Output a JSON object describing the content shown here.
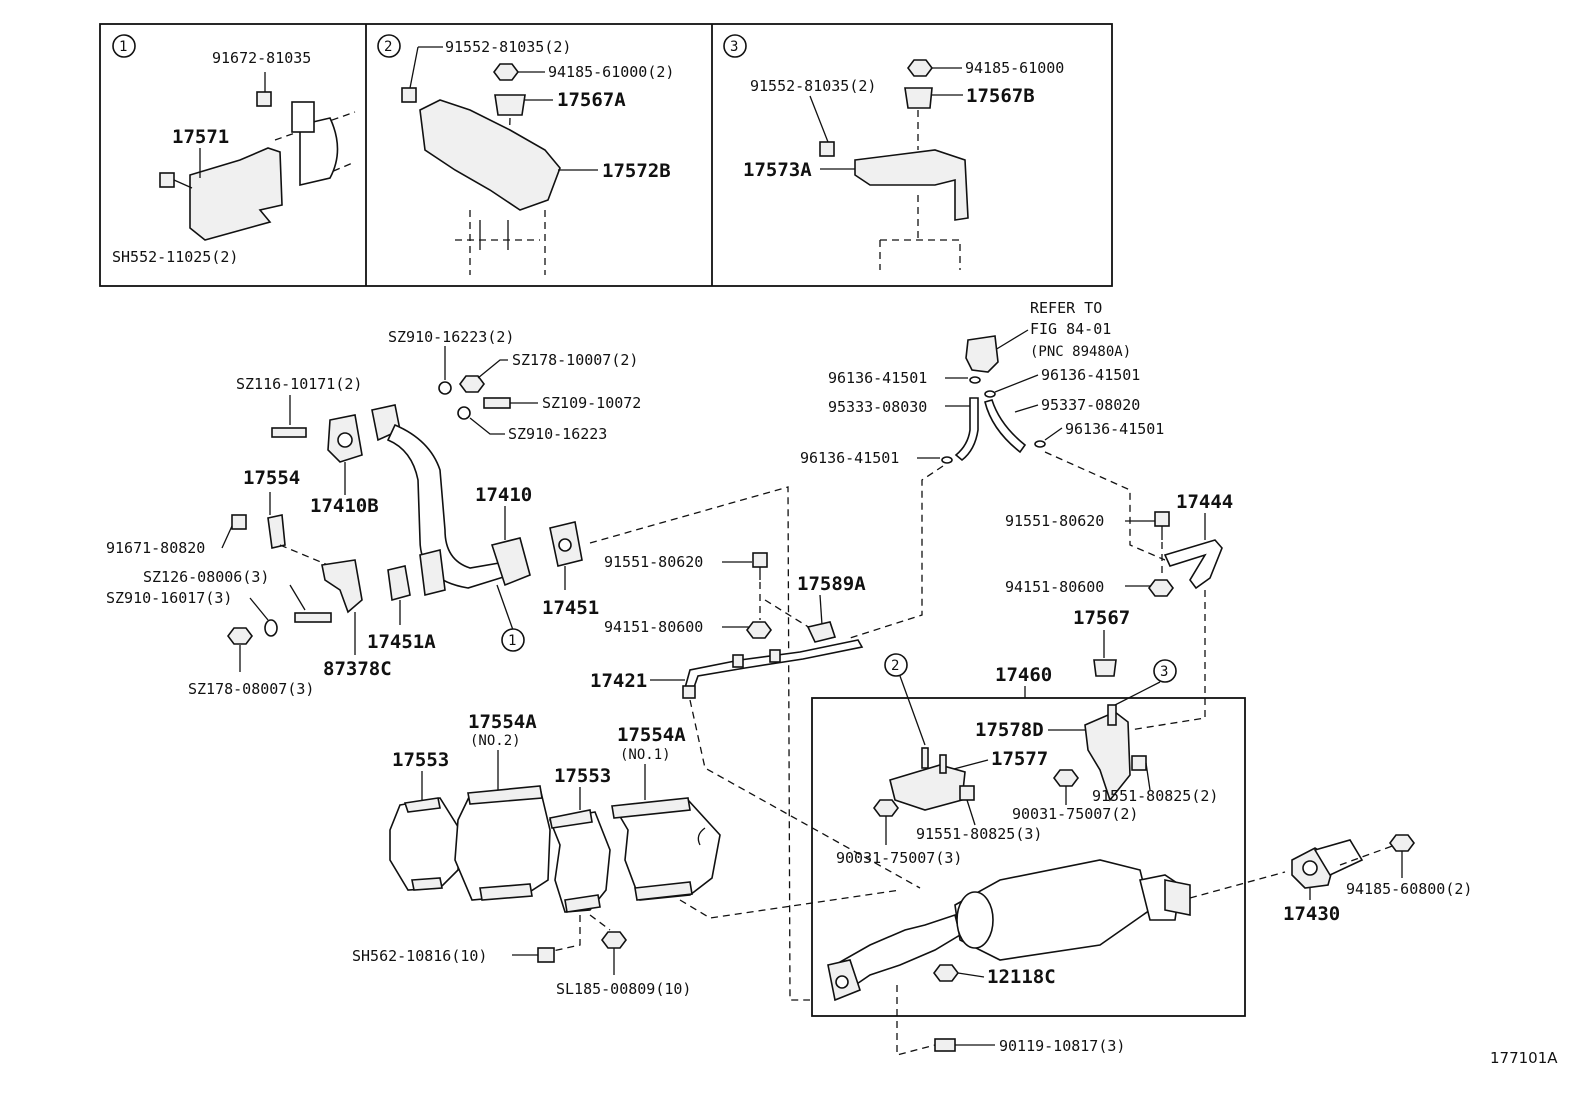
{
  "callouts": {
    "1": "1",
    "2": "2",
    "3": "3"
  },
  "inset1": {
    "bolt_top": "91672-81035",
    "bracket": "17571",
    "bolt_bottom": "SH552-11025(2)"
  },
  "inset2": {
    "bolt": "91552-81035(2)",
    "nut": "94185-61000(2)",
    "cushion": "17567A",
    "bracket": "17572B"
  },
  "inset3": {
    "nut": "94185-61000",
    "bolt": "91552-81035(2)",
    "cushion": "17567B",
    "bracket": "17573A"
  },
  "refer": {
    "line1": "REFER TO",
    "line2": "FIG 84-01",
    "line3": "(PNC 89480A)"
  },
  "parts": {
    "p_sz910_16223_2": "SZ910-16223(2)",
    "p_sz178_10007_2": "SZ178-10007(2)",
    "p_sz116_10171_2": "SZ116-10171(2)",
    "p_sz109_10072": "SZ109-10072",
    "p_sz910_16223": "SZ910-16223",
    "p_17554": "17554",
    "p_17410b": "17410B",
    "p_17410": "17410",
    "p_91671_80820": "91671-80820",
    "p_sz126_08006_3": "SZ126-08006(3)",
    "p_sz910_16017_3": "SZ910-16017(3)",
    "p_17451a": "17451A",
    "p_87378c": "87378C",
    "p_sz178_08007_3": "SZ178-08007(3)",
    "p_17451": "17451",
    "p_96136_41501_a": "96136-41501",
    "p_96136_41501_b": "96136-41501",
    "p_95333_08030": "95333-08030",
    "p_95337_08020": "95337-08020",
    "p_96136_41501_c": "96136-41501",
    "p_96136_41501_d": "96136-41501",
    "p_17444": "17444",
    "p_91551_80620_a": "91551-80620",
    "p_91551_80620_b": "91551-80620",
    "p_94151_80600_a": "94151-80600",
    "p_94151_80600_b": "94151-80600",
    "p_17589a": "17589A",
    "p_17567": "17567",
    "p_17421": "17421",
    "p_17460": "17460",
    "p_17578d": "17578D",
    "p_17577": "17577",
    "p_90031_75007_2": "90031-75007(2)",
    "p_91551_80825_2": "91551-80825(2)",
    "p_91551_80825_3": "91551-80825(3)",
    "p_90031_75007_3": "90031-75007(3)",
    "p_17553_a": "17553",
    "p_17554a_no2": "17554A",
    "p_no2": "(NO.2)",
    "p_17554a_no1": "17554A",
    "p_no1": "(NO.1)",
    "p_17553_b": "17553",
    "p_sh562_10816_10": "SH562-10816(10)",
    "p_sl185_00809_10": "SL185-00809(10)",
    "p_12118c": "12118C",
    "p_90119_10817_3": "90119-10817(3)",
    "p_17430": "17430",
    "p_94185_60800_2": "94185-60800(2)"
  },
  "figure_code": "177101A"
}
